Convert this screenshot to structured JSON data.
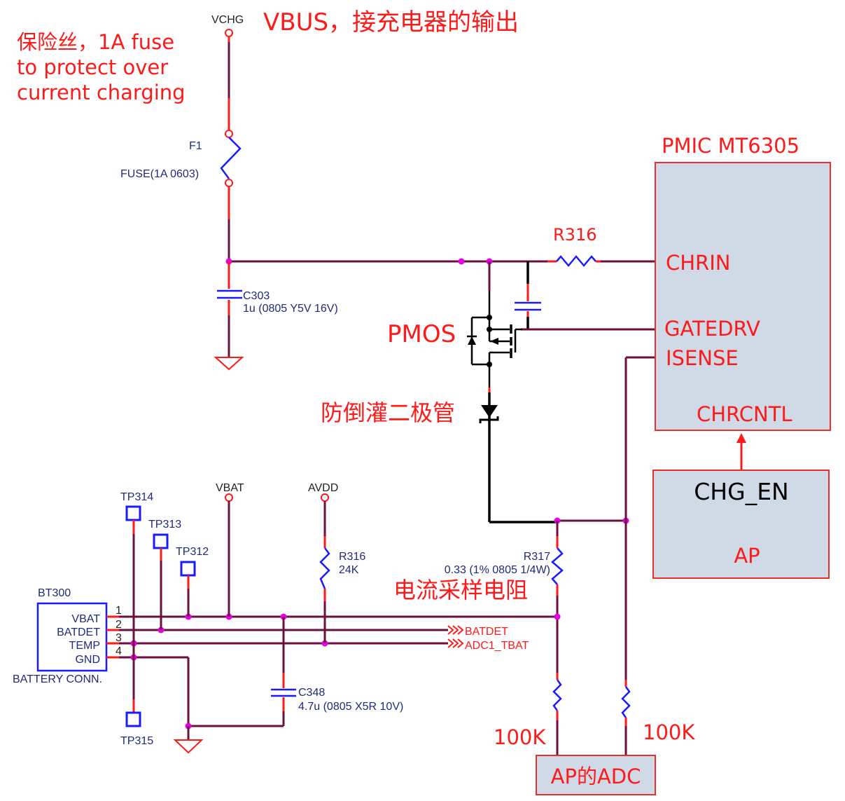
{
  "annotations": {
    "fuse_note_line1": "保险丝，1A fuse",
    "fuse_note_line2": "to protect over",
    "fuse_note_line3": "current charging",
    "vbus_note": "VBUS，接充电器的输出",
    "pmos_note": "PMOS",
    "diode_note": "防倒灌二极管",
    "sense_resistor_note": "电流采样电阻",
    "r316_top_label": "R316",
    "left_100k": "100K",
    "right_100k": "100K"
  },
  "nets": {
    "vchg": "VCHG",
    "vbat": "VBAT",
    "avdd": "AVDD",
    "batdet_out": "BATDET",
    "adc1_tbat_out": "ADC1_TBAT"
  },
  "components": {
    "fuse": {
      "ref": "F1",
      "value": "FUSE(1A 0603)"
    },
    "c303": {
      "ref": "C303",
      "value": "1u (0805 Y5V 16V)"
    },
    "c348": {
      "ref": "C348",
      "value": "4.7u (0805 X5R 10V)"
    },
    "r316": {
      "ref": "R316",
      "value": "24K"
    },
    "r317": {
      "ref": "R317",
      "value": "0.33 (1% 0805 1/4W)"
    },
    "test_points": [
      "TP314",
      "TP313",
      "TP312",
      "TP315"
    ],
    "battery": {
      "ref": "BT300",
      "name": "BATTERY CONN.",
      "pins": [
        {
          "num": "1",
          "name": "VBAT"
        },
        {
          "num": "2",
          "name": "BATDET"
        },
        {
          "num": "3",
          "name": "TEMP"
        },
        {
          "num": "4",
          "name": "GND"
        }
      ]
    }
  },
  "blocks": {
    "pmic": {
      "title": "PMIC MT6305",
      "pins": [
        "CHRIN",
        "GATEDRV",
        "ISENSE",
        "CHRCNTL"
      ]
    },
    "ap": {
      "signal": "CHG_EN",
      "label": "AP"
    },
    "adc": {
      "label": "AP的ADC"
    }
  }
}
